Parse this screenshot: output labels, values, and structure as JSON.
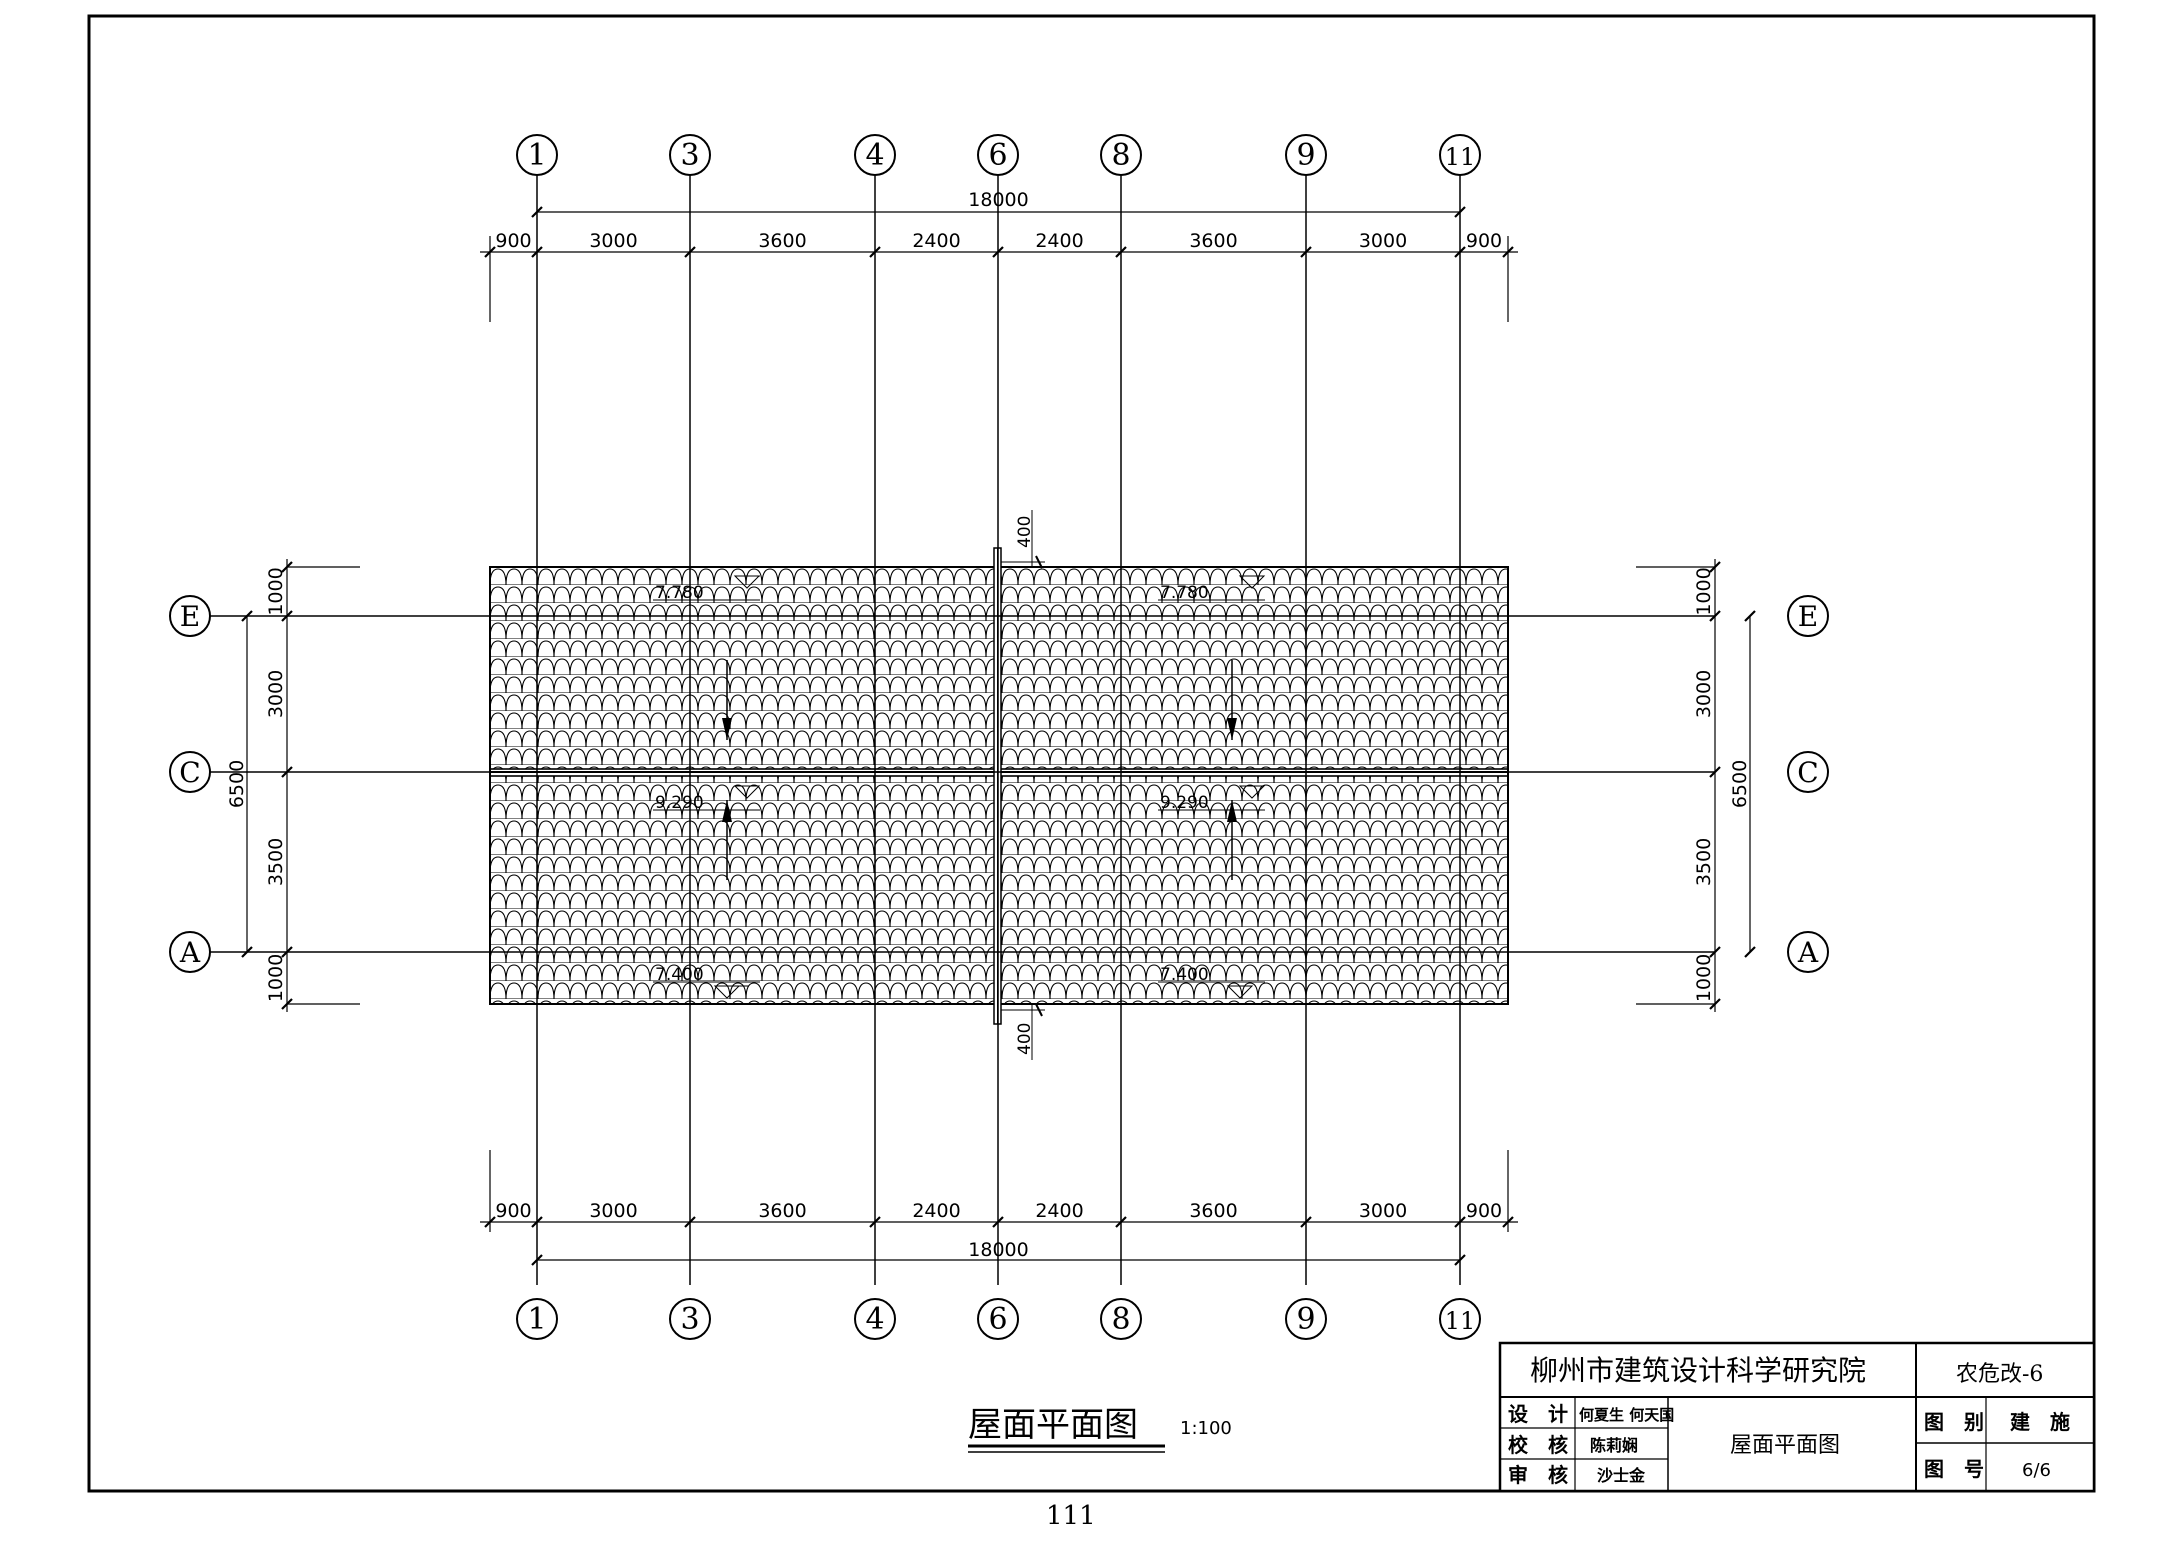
{
  "axes_top": [
    "1",
    "3",
    "4",
    "6",
    "8",
    "9",
    "11"
  ],
  "axes_side": [
    "E",
    "C",
    "A"
  ],
  "dims_horizontal": [
    "900",
    "3000",
    "3600",
    "2400",
    "2400",
    "3600",
    "3000",
    "900"
  ],
  "dim_total_horizontal": "18000",
  "dims_vertical": [
    "1000",
    "3000",
    "3500",
    "1000"
  ],
  "dim_total_vertical": "6500",
  "ridge_offset_dim": "400",
  "elevations": {
    "top": "7.780",
    "middle": "9.290",
    "bottom": "7.400"
  },
  "drawing_title": "屋面平面图",
  "scale": "1:100",
  "title_block": {
    "institute": "柳州市建筑设计科学研究院",
    "project_code": "农危改-6",
    "sheet_name": "屋面平面图",
    "roles": [
      {
        "role": "设　计",
        "names": "何夏生 何天国"
      },
      {
        "role": "校　核",
        "names": "陈莉娴"
      },
      {
        "role": "审　核",
        "names": "沙士金"
      }
    ],
    "category_label": "图　别",
    "category_value": "建　施",
    "number_label": "图　号",
    "number_value": "6/6"
  },
  "page_number": "111"
}
